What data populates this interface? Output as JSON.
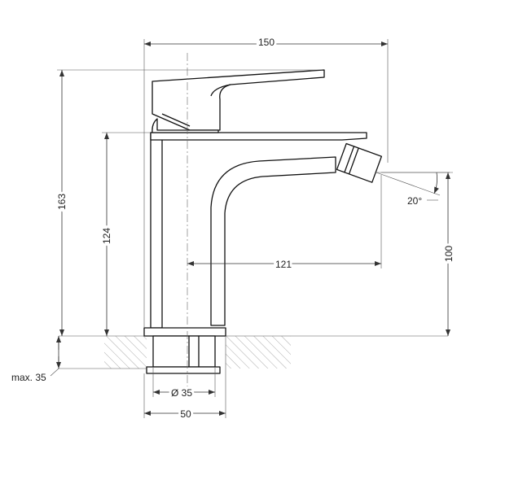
{
  "dimensions": {
    "overall_width": "150",
    "overall_height": "163",
    "spout_height": "124",
    "spout_reach": "121",
    "outlet_height": "100",
    "nozzle_angle": "20°",
    "mount_thickness": "max. 35",
    "hole_diameter": "Ø 35",
    "base_width": "50"
  },
  "colors": {
    "line": "#111111",
    "dimension": "#333333",
    "hatch": "#888888",
    "background": "#ffffff"
  }
}
